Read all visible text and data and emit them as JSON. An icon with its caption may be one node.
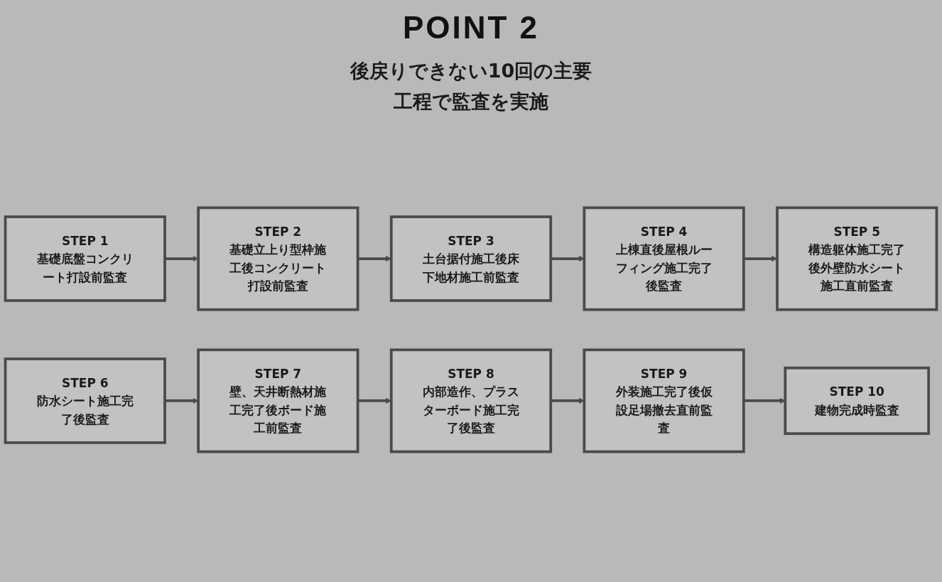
{
  "diagram": {
    "title": "POINT 2",
    "nodes": [
      {
        "text": [
          "STEP 1",
          "基礎底盤コンクリート打設前監査"
        ]
      },
      {
        "text": [
          "STEP 2",
          "基礎立上り型枠施工後コンクリート打設前監査"
        ]
      },
      {
        "text": [
          "STEP 3",
          "土台据付施工後床下地材施工前監査"
        ]
      },
      {
        "text": [
          "STEP 4",
          "上棟直後屋根ルーフィング施工完了後監査"
        ]
      },
      {
        "text": [
          "STEP 5",
          "構造躯体施工完了後外壁防水シート施工直前監査"
        ]
      },
      {
        "text": [
          "STEP 6",
          "防水シート施工完了後監査"
        ]
      },
      {
        "text": [
          "STEP 7",
          "壁、天井断熱材施工完了後ボード施工前監査"
        ]
      },
      {
        "text": [
          "STEP 8",
          "内部造作、プラスターボード施工完了後監査"
        ]
      },
      {
        "text": [
          "STEP 9",
          "外装施工完了後仮設足場撤去直前監査"
        ]
      },
      {
        "text": [
          "STEP 10",
          "建物完成時監査"
        ]
      }
    ],
    "edges": [
      {
        "from": 0,
        "to": 1,
        "arrow": "to"
      },
      {
        "from": 1,
        "to": 2,
        "arrow": "to"
      },
      {
        "from": 2,
        "to": 3,
        "arrow": "to"
      },
      {
        "from": 3,
        "to": 4,
        "arrow": "to"
      },
      {
        "from": 5,
        "to": 6,
        "arrow": "to"
      },
      {
        "from": 6,
        "to": 7,
        "arrow": "to"
      },
      {
        "from": 7,
        "to": 8,
        "arrow": "to"
      },
      {
        "from": 8,
        "to": 9,
        "arrow": "to"
      }
    ],
    "labels": [
      "後戻りできない10回の主要工程で監査を実施"
    ]
  }
}
